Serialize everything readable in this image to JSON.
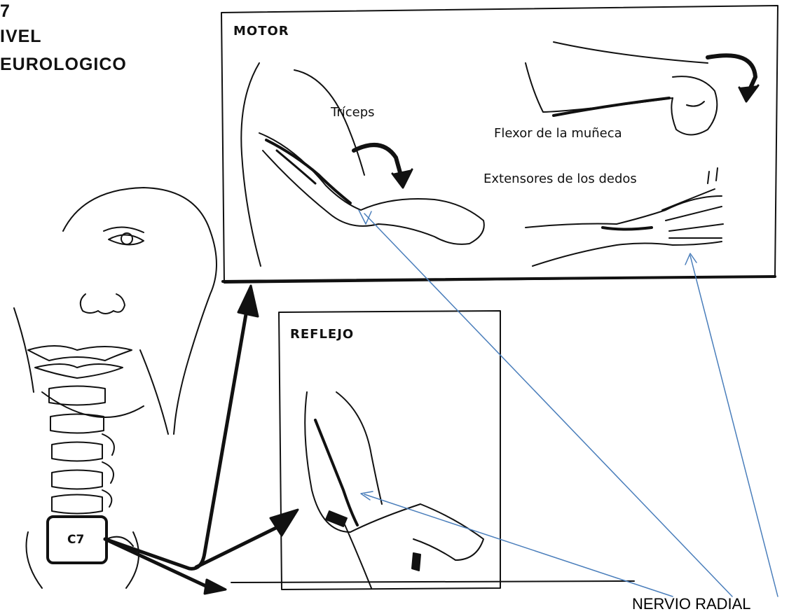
{
  "heading": {
    "line1": "7",
    "line2": "IVEL",
    "line3": "EUROLOGICO"
  },
  "motor": {
    "title": "MOTOR",
    "triceps": "Tríceps",
    "wrist_flexor": "Flexor de la muñeca",
    "finger_extensors": "Extensores de los dedos"
  },
  "reflex": {
    "title": "REFLEJO"
  },
  "vertebra": {
    "label": "C7"
  },
  "callout": {
    "label": "NERVIO RADIAL",
    "color": "#4a7ebb"
  },
  "icons": [
    "face-illustration",
    "cervical-spine-illustration",
    "arm-extension-illustration",
    "wrist-flexion-illustration",
    "finger-extension-illustration",
    "reflex-hammer-illustration",
    "rotation-arrow-icon"
  ]
}
